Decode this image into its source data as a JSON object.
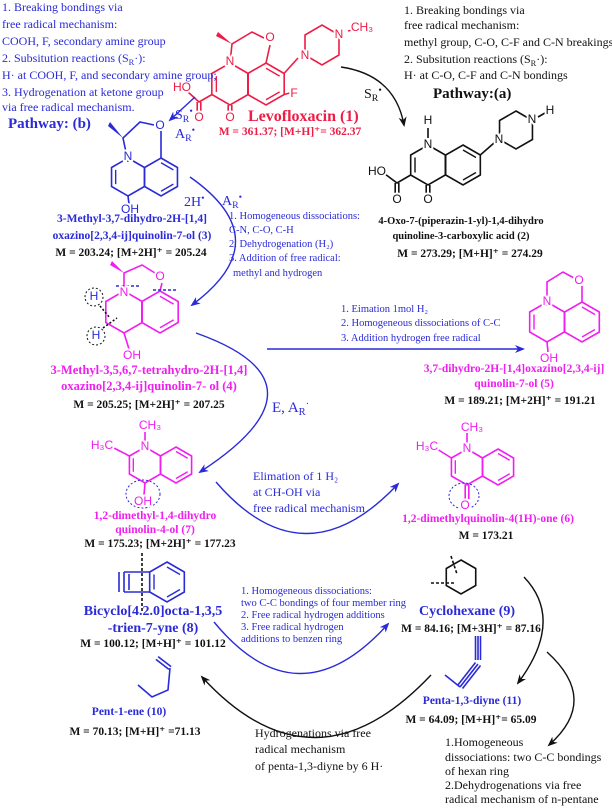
{
  "colors": {
    "blue": "#2a2ad8",
    "red": "#ee1c46",
    "magenta": "#f01ef0",
    "black": "#111111"
  },
  "notes_b": {
    "l1": "1. Breaking bondings via",
    "l2": "free radical mechanism:",
    "l3": "COOH, F, secondary amine group",
    "l4a": "2. Subsitution reactions (S",
    "l4s": "R",
    "l4b": "·):",
    "l5": "H· at COOH, F, and secondary amine group;",
    "l6": "3. Hydrogenation at ketone group",
    "l7": " via free radical mechanism."
  },
  "notes_a": {
    "l1": "1. Breaking bondings via",
    "l2": "free radical mechanism:",
    "l3": "methyl group, C-O, C-F and C-N breakings;",
    "l4a": "2. Subsitution reactions (S",
    "l4s": "R",
    "l4b": "·):",
    "l5": "H· at C-O, C-F and C-N bondings"
  },
  "pathway_a": "Pathway:(a)",
  "pathway_b": "Pathway: (b)",
  "reagents": {
    "sr_main": "S",
    "sr_sub": "R",
    "sr_dot": "•",
    "ar_main": "A",
    "ar_sub": "R",
    "ar_dot": "•",
    "two_h": "2H",
    "two_h_dot": "•",
    "e_ar_a": "E, A",
    "e_ar_sub": "R",
    "e_ar_dot": "·"
  },
  "steps": {
    "s3to4": {
      "l1": "1. Homogeneous dissociations:",
      "l2": "C-N, C-O, C-H",
      "l3": "2. Dehydrogenation (H₂)",
      "l4": "3. Addition of free radical:",
      "l5": "methyl and hydrogen"
    },
    "s4to5": {
      "l1": "1. Eimation 1mol H₂",
      "l2": "2. Homogeneous dissociations of C-C",
      "l3": "3. Addition hydrogen free radical"
    },
    "s7to6": {
      "l1": "Elimation of 1 H₂",
      "l2": "at CH-OH via",
      "l3": "free radical mechanism"
    },
    "s8to9": {
      "l1": "1. Homogeneous dissociations:",
      "l2": "two C-C bondings of four member ring",
      "l3": "2. Free radical hydrogen additions",
      "l4": "3. Free radical hydrogen",
      "l5": " additions to benzen ring"
    },
    "s11to10": {
      "l1": "Hydrogenations  via free",
      "l2": "radical mechanism",
      "l3": " of penta-1,3-diyne by 6 H·"
    },
    "s9to11": {
      "l1": "1.Homogeneous",
      "l2": "dissociations: two C-C bondings",
      "l3": "of hexan ring",
      "l4": "2.Dehydrogenations  via free",
      "l5": "radical mechanism of n-pentane"
    }
  },
  "compounds": {
    "c1": {
      "name": "Levofloxacin (1)",
      "mass": "M = 361.37; [M+H]⁺= 362.37",
      "atoms": {
        "n1": "N",
        "o1": "O",
        "ho": "HO",
        "o2": "O",
        "o3": "O",
        "f": "F",
        "n2": "N",
        "n3": "N",
        "ch3": "CH₃"
      }
    },
    "c2": {
      "name1": "4-Oxo-7-(piperazin-1-yl)-1,4-dihydro",
      "name2": "quinoline-3-carboxylic acid (2)",
      "mass": "M = 273.29; [M+H]⁺ = 274.29",
      "atoms": {
        "h1": "H",
        "n1": "N",
        "ho": "HO",
        "o1": "O",
        "o2": "O",
        "n2": "N",
        "n3": "N",
        "h2": "H"
      }
    },
    "c3": {
      "name1": "3-Methyl-3,7-dihydro-2H-[1,4]",
      "name2": "oxazino[2,3,4-ij]quinolin-7-ol (3)",
      "mass": "M = 203.24; [M+2H]⁺ = 205.24",
      "atoms": {
        "n": "N",
        "o": "O",
        "oh": "OH"
      }
    },
    "c4": {
      "name1": "3-Methyl-3,5,6,7-tetrahydro-2H-[1,4]",
      "name2": "oxazino[2,3,4-ij]quinolin-7- ol (4)",
      "mass": "M = 205.25; [M+2H]⁺ = 207.25",
      "atoms": {
        "n": "N",
        "o": "O",
        "oh": "OH",
        "h1": "H",
        "h2": "H"
      }
    },
    "c5": {
      "name1": "3,7-dihydro-2H-[1,4]oxazino[2,3,4-ij]",
      "name2": "quinolin-7-ol (5)",
      "mass": "M = 189.21; [M+2H]⁺ = 191.21",
      "atoms": {
        "n": "N",
        "o": "O",
        "oh": "OH"
      }
    },
    "c6": {
      "name": "1,2-dimethylquinolin-4(1H)-one (6)",
      "mass": "M = 173.21",
      "atoms": {
        "n": "N",
        "ch3": "CH₃",
        "h3c": "H₃C",
        "o": "O"
      }
    },
    "c7": {
      "name1": "1,2-dimethyl-1,4-dihydro",
      "name2": "quinolin-4-ol (7)",
      "mass": "M = 175.23; [M+2H]⁺ = 177.23",
      "atoms": {
        "n": "N",
        "ch3": "CH₃",
        "h3c": "H₃C",
        "oh": "OH"
      }
    },
    "c8": {
      "name1": "Bicyclo[4.2.0]octa-1,3,5",
      "name2": "-trien-7-yne (8)",
      "mass": "M = 100.12; [M+H]⁺ = 101.12"
    },
    "c9": {
      "name": "Cyclohexane (9)",
      "mass": "M = 84.16; [M+3H]⁺ = 87.16"
    },
    "c10": {
      "name": "Pent-1-ene (10)",
      "mass": "M = 70.13; [M+H]⁺ =71.13"
    },
    "c11": {
      "name": "Penta-1,3-diyne (11)",
      "mass": "M = 64.09; [M+H]⁺= 65.09"
    }
  }
}
